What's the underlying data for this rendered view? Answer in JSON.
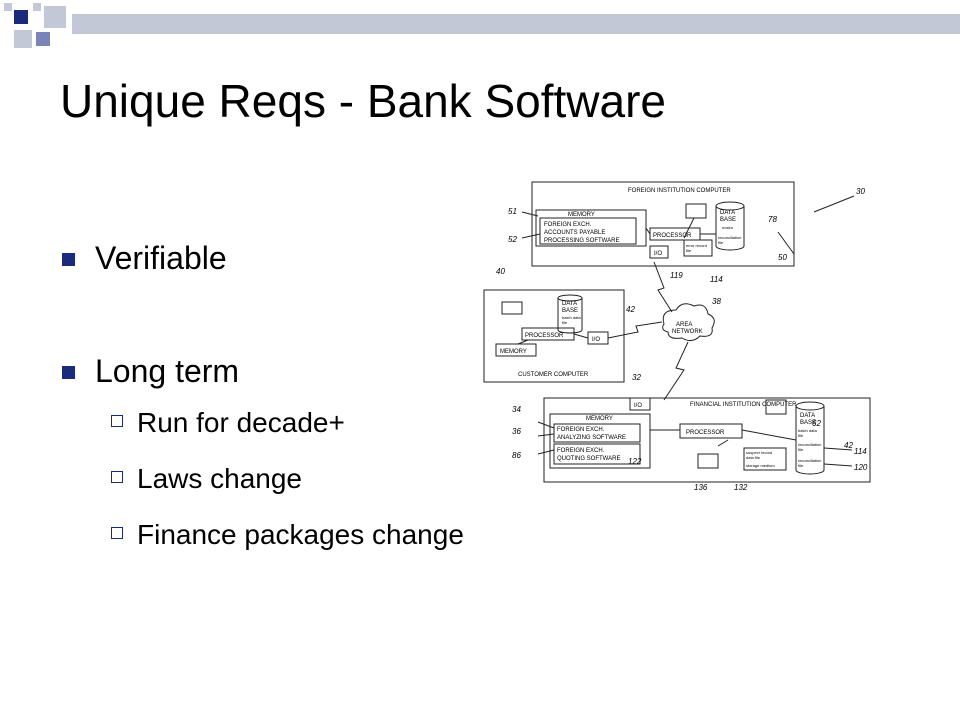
{
  "slide": {
    "title": "Unique Reqs - Bank Software",
    "bullets": [
      {
        "text": "Verifiable",
        "sub": []
      },
      {
        "text": "Long term",
        "sub": [
          "Run for decade+",
          "Laws change",
          "Finance packages change"
        ]
      }
    ]
  },
  "diagram": {
    "foreign": {
      "title": "FOREIGN INSTITUTION COMPUTER",
      "memory": "MEMORY",
      "software": [
        "FOREIGN EXCH.",
        "ACCOUNTS PAYABLE",
        "PROCESSING SOFTWARE"
      ],
      "processor": "PROCESSOR",
      "io": "I/O",
      "database": [
        "DATA",
        "BASE"
      ],
      "db_small": [
        "nostro",
        "reconciliation",
        "file"
      ],
      "error_file": [
        "error record",
        "file"
      ]
    },
    "customer": {
      "title": "CUSTOMER COMPUTER",
      "database": [
        "DATA",
        "BASE"
      ],
      "db_small": [
        "batch data",
        "file"
      ],
      "processor": "PROCESSOR",
      "io": "I/O",
      "memory": "MEMORY"
    },
    "network": [
      "AREA",
      "NETWORK"
    ],
    "financial": {
      "title": "FINANCIAL INSTITUTION COMPUTER",
      "io": "I/O",
      "memory": "MEMORY",
      "analyzing": [
        "FOREIGN EXCH.",
        "ANALYZING SOFTWARE"
      ],
      "quoting": [
        "FOREIGN EXCH.",
        "QUOTING SOFTWARE"
      ],
      "processor": "PROCESSOR",
      "database": [
        "DATA",
        "BASE"
      ],
      "db_small": [
        "batch data",
        "file",
        "reconciliation",
        "file",
        "reconciliation",
        "file"
      ],
      "suspect": [
        "suspect record",
        "data file"
      ],
      "storage": "storage medium"
    },
    "refs": {
      "r30": "30",
      "r51": "51",
      "r52": "52",
      "r78": "78",
      "r50": "50",
      "r119": "119",
      "r114a": "114",
      "r40": "40",
      "r42a": "42",
      "r38": "38",
      "r32": "32",
      "r34": "34",
      "r36": "36",
      "r86": "86",
      "r62": "62",
      "r42b": "42",
      "r114b": "114",
      "r120": "120",
      "r122": "122",
      "r136": "136",
      "r132": "132"
    }
  },
  "colors": {
    "accent": "#1c2a7c",
    "accent_light": "#7b84b8",
    "bar": "#c2c8d6"
  }
}
